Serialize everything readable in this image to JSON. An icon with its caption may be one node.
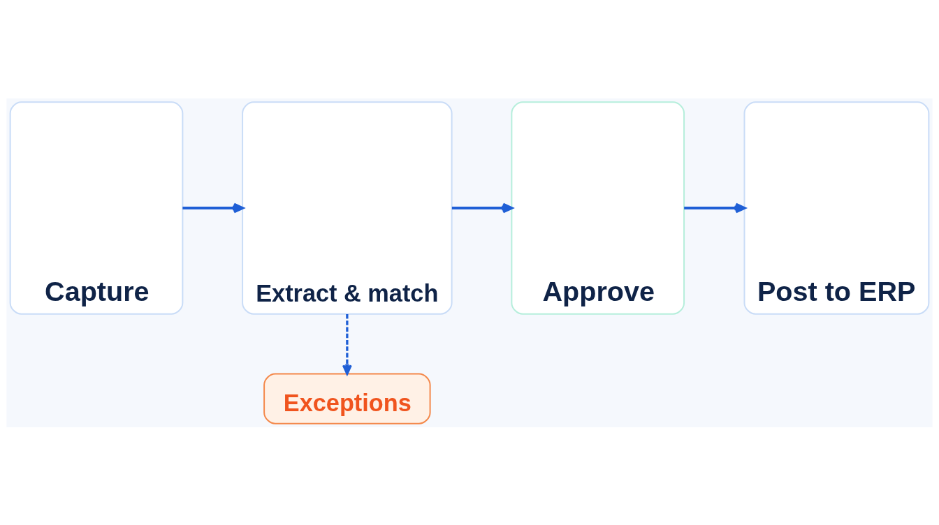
{
  "diagram": {
    "nodes": [
      {
        "text": [
          "Capture"
        ]
      },
      {
        "text": [
          "Extract & match"
        ]
      },
      {
        "text": [
          "Approve"
        ]
      },
      {
        "text": [
          "Post to ERP"
        ]
      },
      {
        "text": [
          "Exceptions"
        ]
      }
    ],
    "edges": [
      {
        "from": 0,
        "to": 1,
        "arrow": "to"
      },
      {
        "from": 1,
        "to": 2,
        "arrow": "to"
      },
      {
        "from": 2,
        "to": 3,
        "arrow": "to"
      },
      {
        "from": 1,
        "to": 4,
        "arrow": "to",
        "style": "dashed"
      }
    ]
  }
}
